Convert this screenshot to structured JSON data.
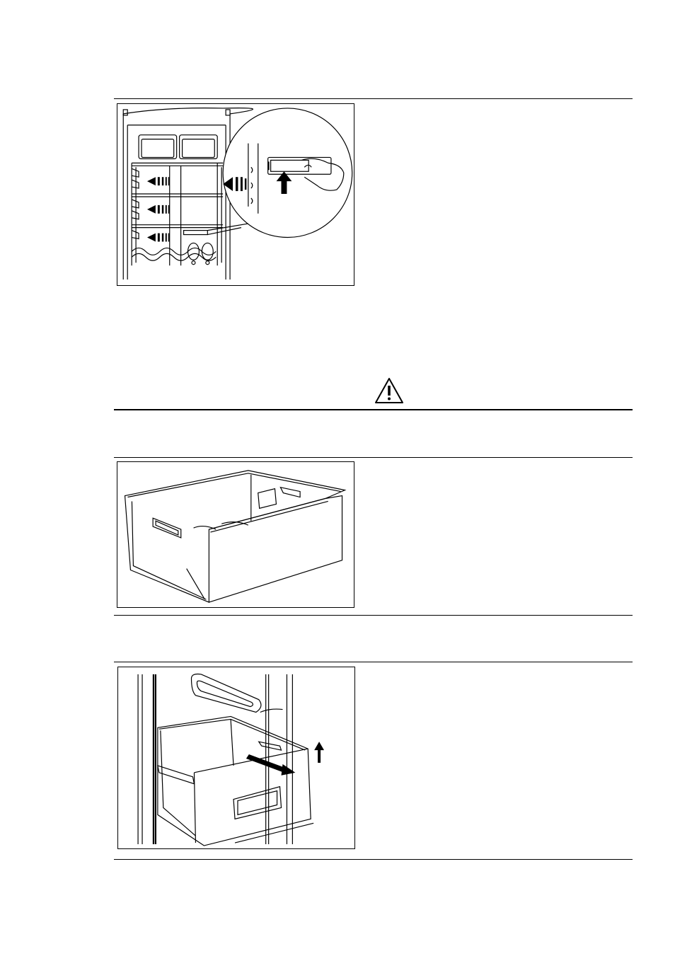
{
  "page": {
    "sections": [
      {
        "figure": "shelf-positioning-illustration"
      },
      {
        "figure": "vegetable-drawer-illustration"
      },
      {
        "figure": "drawer-removal-illustration"
      }
    ],
    "warning": {
      "icon": "warning-triangle-icon"
    }
  }
}
